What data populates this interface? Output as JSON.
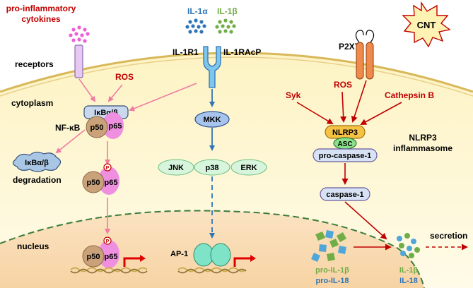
{
  "labels": {
    "pro_inflammatory_line1": "pro-inflammatory",
    "pro_inflammatory_line2": "cytokines",
    "receptors": "receptors",
    "ros_left": "ROS",
    "cytoplasm": "cytoplasm",
    "ikba_complex": "IκBα/β",
    "nfkb": "NF-κB",
    "p50": "p50",
    "p65": "p65",
    "phospho": "P",
    "ikba_degraded": "IκBα/β",
    "degradation": "degradation",
    "nucleus": "nucleus",
    "il1a": "IL-1α",
    "il1b": "IL-1β",
    "il1r1": "IL-1R1",
    "il1racp": "IL-1RAcP",
    "mkk": "MKK",
    "jnk": "JNK",
    "p38": "p38",
    "erk": "ERK",
    "ap1": "AP-1",
    "cnt": "CNT",
    "p2x7": "P2X7",
    "syk": "Syk",
    "ros_right": "ROS",
    "cathepsin_b": "Cathepsin B",
    "nlrp3": "NLRP3",
    "asc": "ASC",
    "pro_caspase": "pro-caspase-1",
    "nlrp3_inflammasome_line1": "NLRP3",
    "nlrp3_inflammasome_line2": "inflammasome",
    "caspase": "caspase-1",
    "pro_il1b": "pro-IL-1β",
    "pro_il18": "pro-IL-18",
    "il1b_mature": "IL-1β",
    "il18_mature": "IL-18",
    "secretion": "secretion"
  },
  "colors": {
    "red_label": "#c00000",
    "pink_arrow": "#f07ba0",
    "blue_arrow": "#2e75b6",
    "dark_red_arrow": "#c00000",
    "il1a_text": "#2e75b6",
    "il1b_text": "#70ad47",
    "cyan_dot": "#4fa6d8",
    "p65_fill": "#ef8fe0",
    "p50_fill": "#c9a27a",
    "ap1_fill": "#7fe3c8"
  }
}
